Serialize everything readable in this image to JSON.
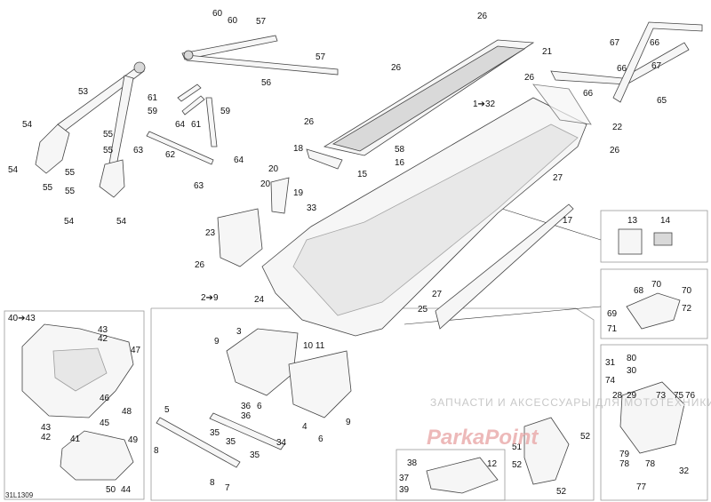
{
  "diagram_code": "31L1309",
  "watermark": {
    "text": "ЗАПЧАСТИ И АКСЕССУАРЫ ДЛЯ МОТОТЕХНИКИ",
    "logo": "ParkaPoint"
  },
  "labels": [
    {
      "id": "l60a",
      "text": "60"
    },
    {
      "id": "l60b",
      "text": "60"
    },
    {
      "id": "l57a",
      "text": "57"
    },
    {
      "id": "l57b",
      "text": "57"
    },
    {
      "id": "l56",
      "text": "56"
    },
    {
      "id": "l53",
      "text": "53"
    },
    {
      "id": "l61a",
      "text": "61"
    },
    {
      "id": "l59a",
      "text": "59"
    },
    {
      "id": "l64a",
      "text": "64"
    },
    {
      "id": "l61b",
      "text": "61"
    },
    {
      "id": "l59b",
      "text": "59"
    },
    {
      "id": "l54a",
      "text": "54"
    },
    {
      "id": "l55a",
      "text": "55"
    },
    {
      "id": "l63a",
      "text": "63"
    },
    {
      "id": "l62",
      "text": "62"
    },
    {
      "id": "l64b",
      "text": "64"
    },
    {
      "id": "l54b",
      "text": "54"
    },
    {
      "id": "l55b",
      "text": "55"
    },
    {
      "id": "l55c",
      "text": "55"
    },
    {
      "id": "l55d",
      "text": "55"
    },
    {
      "id": "l55e",
      "text": "55"
    },
    {
      "id": "l63b",
      "text": "63"
    },
    {
      "id": "l54c",
      "text": "54"
    },
    {
      "id": "l54d",
      "text": "54"
    },
    {
      "id": "l26a",
      "text": "26"
    },
    {
      "id": "l21",
      "text": "21"
    },
    {
      "id": "l26b",
      "text": "26"
    },
    {
      "id": "l132",
      "text": "1➔32"
    },
    {
      "id": "l26c",
      "text": "26"
    },
    {
      "id": "l26d",
      "text": "26"
    },
    {
      "id": "l18",
      "text": "18"
    },
    {
      "id": "l58",
      "text": "58"
    },
    {
      "id": "l16",
      "text": "16"
    },
    {
      "id": "l15",
      "text": "15"
    },
    {
      "id": "l67a",
      "text": "67"
    },
    {
      "id": "l66a",
      "text": "66"
    },
    {
      "id": "l66b",
      "text": "66"
    },
    {
      "id": "l67b",
      "text": "67"
    },
    {
      "id": "l66c",
      "text": "66"
    },
    {
      "id": "l65",
      "text": "65"
    },
    {
      "id": "l22",
      "text": "22"
    },
    {
      "id": "l26e",
      "text": "26"
    },
    {
      "id": "l20a",
      "text": "20"
    },
    {
      "id": "l20b",
      "text": "20"
    },
    {
      "id": "l19",
      "text": "19"
    },
    {
      "id": "l33",
      "text": "33"
    },
    {
      "id": "l23",
      "text": "23"
    },
    {
      "id": "l26f",
      "text": "26"
    },
    {
      "id": "l27a",
      "text": "27"
    },
    {
      "id": "l17",
      "text": "17"
    },
    {
      "id": "l24",
      "text": "24"
    },
    {
      "id": "l27b",
      "text": "27"
    },
    {
      "id": "l25",
      "text": "25"
    },
    {
      "id": "l13",
      "text": "13"
    },
    {
      "id": "l14",
      "text": "14"
    },
    {
      "id": "l68",
      "text": "68"
    },
    {
      "id": "l70a",
      "text": "70"
    },
    {
      "id": "l70b",
      "text": "70"
    },
    {
      "id": "l72",
      "text": "72"
    },
    {
      "id": "l69",
      "text": "69"
    },
    {
      "id": "l71",
      "text": "71"
    },
    {
      "id": "l29",
      "text": "2➔9"
    },
    {
      "id": "l4043",
      "text": "40➔43"
    },
    {
      "id": "l43a",
      "text": "43"
    },
    {
      "id": "l42a",
      "text": "42"
    },
    {
      "id": "l47",
      "text": "47"
    },
    {
      "id": "l46",
      "text": "46"
    },
    {
      "id": "l48",
      "text": "48"
    },
    {
      "id": "l45",
      "text": "45"
    },
    {
      "id": "l43b",
      "text": "43"
    },
    {
      "id": "l42b",
      "text": "42"
    },
    {
      "id": "l41",
      "text": "41"
    },
    {
      "id": "l49",
      "text": "49"
    },
    {
      "id": "l50",
      "text": "50"
    },
    {
      "id": "l44",
      "text": "44"
    },
    {
      "id": "l3",
      "text": "3"
    },
    {
      "id": "l9a",
      "text": "9"
    },
    {
      "id": "l1011",
      "text": "10 11"
    },
    {
      "id": "l36a",
      "text": "36"
    },
    {
      "id": "l36b",
      "text": "36"
    },
    {
      "id": "l6a",
      "text": "6"
    },
    {
      "id": "l5",
      "text": "5"
    },
    {
      "id": "l35a",
      "text": "35"
    },
    {
      "id": "l35b",
      "text": "35"
    },
    {
      "id": "l4",
      "text": "4"
    },
    {
      "id": "l9b",
      "text": "9"
    },
    {
      "id": "l6b",
      "text": "6"
    },
    {
      "id": "l34",
      "text": "34"
    },
    {
      "id": "l8a",
      "text": "8"
    },
    {
      "id": "l35c",
      "text": "35"
    },
    {
      "id": "l8b",
      "text": "8"
    },
    {
      "id": "l7",
      "text": "7"
    },
    {
      "id": "l31",
      "text": "31"
    },
    {
      "id": "l80",
      "text": "80"
    },
    {
      "id": "l30",
      "text": "30"
    },
    {
      "id": "l74",
      "text": "74"
    },
    {
      "id": "l28",
      "text": "28"
    },
    {
      "id": "l29n",
      "text": "29"
    },
    {
      "id": "l73",
      "text": "73"
    },
    {
      "id": "l75",
      "text": "75"
    },
    {
      "id": "l76",
      "text": "76"
    },
    {
      "id": "l79",
      "text": "79"
    },
    {
      "id": "l78a",
      "text": "78"
    },
    {
      "id": "l78b",
      "text": "78"
    },
    {
      "id": "l32",
      "text": "32"
    },
    {
      "id": "l77",
      "text": "77"
    },
    {
      "id": "l51",
      "text": "51"
    },
    {
      "id": "l52a",
      "text": "52"
    },
    {
      "id": "l52b",
      "text": "52"
    },
    {
      "id": "l52c",
      "text": "52"
    },
    {
      "id": "l38",
      "text": "38"
    },
    {
      "id": "l12",
      "text": "12"
    },
    {
      "id": "l37",
      "text": "37"
    },
    {
      "id": "l39",
      "text": "39"
    }
  ]
}
